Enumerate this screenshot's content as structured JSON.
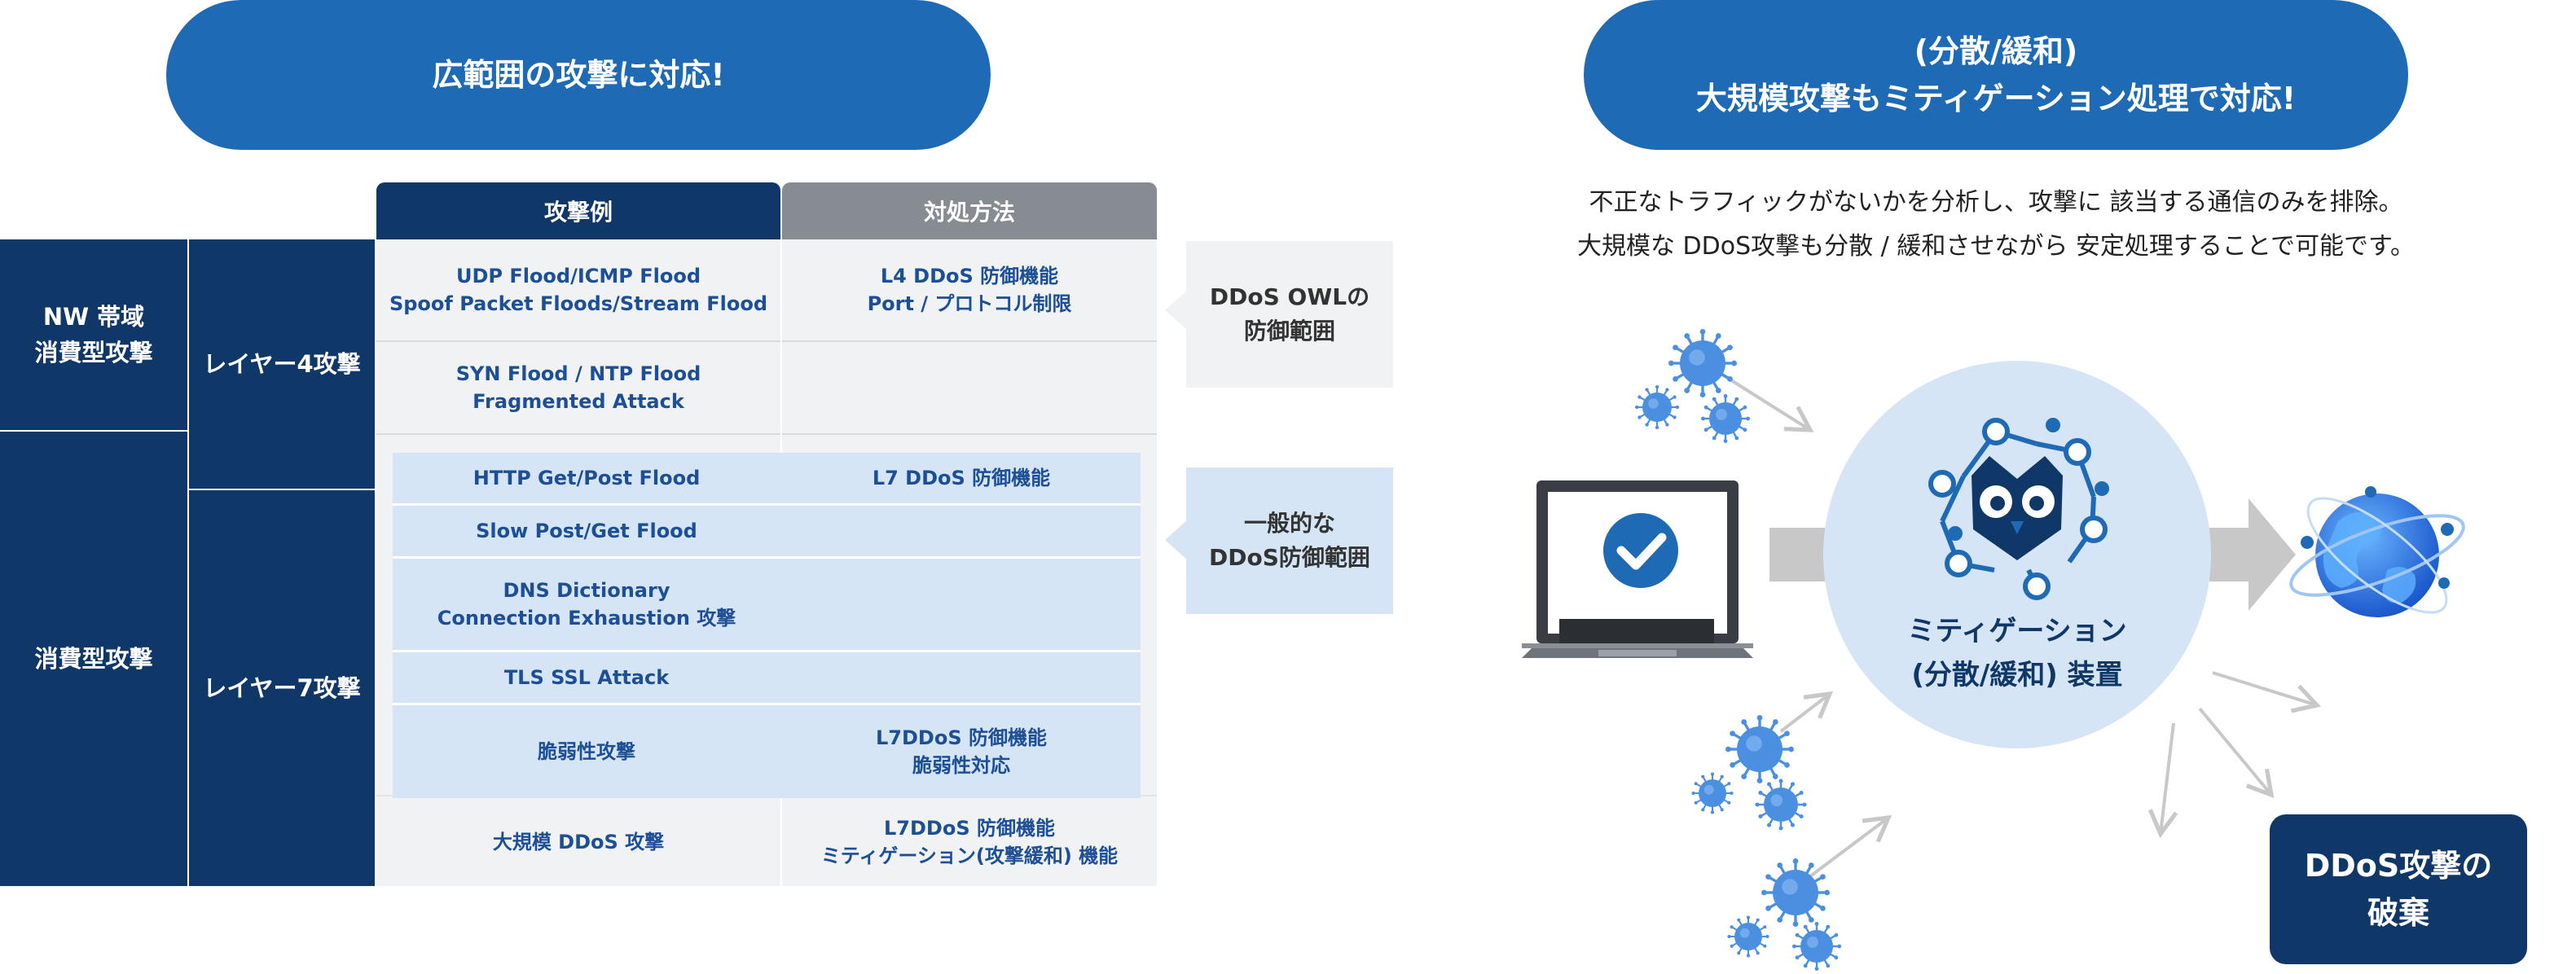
{
  "left_banner": "広範囲の攻撃に対応!",
  "right_banner": "(分散/緩和)\n大規模攻撃もミティゲーション処理で対応!",
  "table": {
    "col_attack_example": "攻撃例",
    "col_countermeasure": "対処方法",
    "group_nw": "NW 帯域\n消費型攻撃",
    "group_consumption": "消費型攻撃",
    "layer4": "レイヤー4攻撃",
    "layer7": "レイヤー7攻撃",
    "rows": [
      {
        "attack": "UDP Flood/ICMP Flood\nSpoof Packet Floods/Stream Flood",
        "method": "L4 DDoS 防御機能\nPort / プロトコル制限"
      },
      {
        "attack": "SYN Flood / NTP Flood\nFragmented Attack",
        "method": ""
      },
      {
        "attack": "HTTP Get/Post Flood",
        "method": "L7 DDoS 防御機能"
      },
      {
        "attack": "Slow Post/Get Flood",
        "method": ""
      },
      {
        "attack": "DNS Dictionary\nConnection Exhaustion 攻撃",
        "method": ""
      },
      {
        "attack": "TLS SSL Attack",
        "method": ""
      },
      {
        "attack": "脆弱性攻撃",
        "method": "L7DDoS 防御機能\n脆弱性対応"
      },
      {
        "attack": "大規模 DDoS 攻撃",
        "method": "L7DDoS 防御機能\nミティゲーション(攻撃緩和) 機能"
      }
    ]
  },
  "tag_owl": "DDoS OWLの\n防御範囲",
  "tag_general": "一般的な\nDDoS防御範囲",
  "description": "不正なトラフィックがないかを分析し、攻撃に 該当する通信のみを排除。\n大規模な DDoS攻撃も分散 / 緩和させながら 安定処理することで可能です。",
  "mitigation_label": "ミティゲーション\n(分散/緩和) 装置",
  "discard_label": "DDoS攻撃の\n破棄",
  "colors": {
    "primary_blue": "#1e6ab5",
    "navy": "#0f3768",
    "gray_header": "#868c91",
    "light_gray": "#f0f2f4",
    "light_blue": "#d6e5f5",
    "virus_blue": "#4a8fe0",
    "arrow_gray": "#c8c8c8"
  }
}
